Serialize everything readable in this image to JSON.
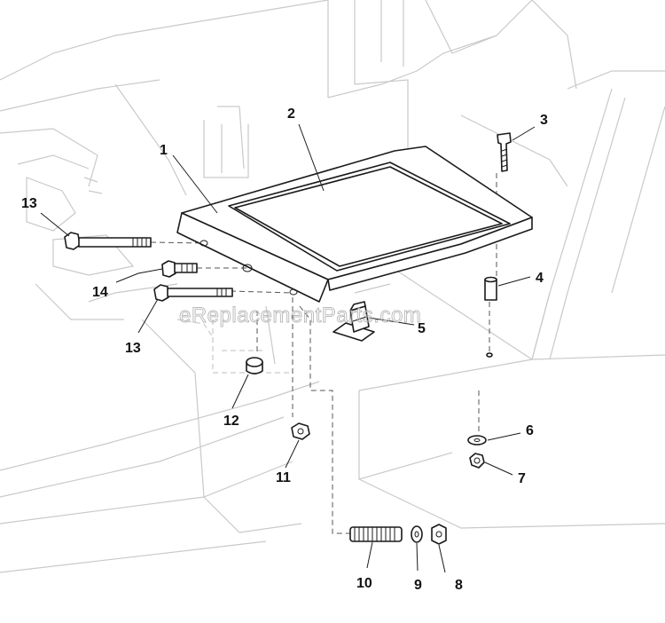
{
  "watermark": "eReplacementParts.com",
  "callouts": {
    "c1": "1",
    "c2": "2",
    "c3": "3",
    "c4": "4",
    "c5": "5",
    "c6": "6",
    "c7": "7",
    "c8": "8",
    "c9": "9",
    "c10": "10",
    "c11": "11",
    "c12": "12",
    "c13a": "13",
    "c13b": "13",
    "c14": "14"
  }
}
